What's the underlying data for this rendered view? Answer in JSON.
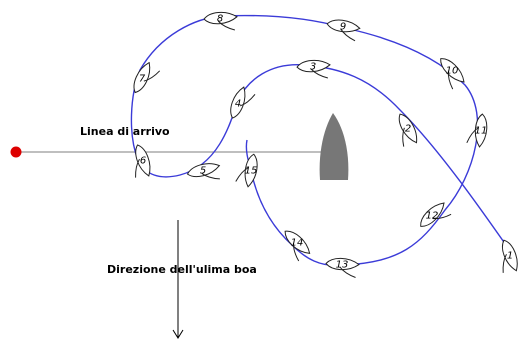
{
  "labels": {
    "finish_line": "Linea di arrivo",
    "last_mark_direction": "Direzione dell'ulima boa"
  },
  "boats": [
    {
      "id": 1,
      "label": "1"
    },
    {
      "id": 2,
      "label": "2"
    },
    {
      "id": 3,
      "label": "3"
    },
    {
      "id": 4,
      "label": "4"
    },
    {
      "id": 5,
      "label": "5"
    },
    {
      "id": 6,
      "label": "6"
    },
    {
      "id": 7,
      "label": "7"
    },
    {
      "id": 8,
      "label": "8"
    },
    {
      "id": 9,
      "label": "9"
    },
    {
      "id": 10,
      "label": "10"
    },
    {
      "id": 11,
      "label": "11"
    },
    {
      "id": 12,
      "label": "12"
    },
    {
      "id": 13,
      "label": "13"
    },
    {
      "id": 14,
      "label": "14"
    },
    {
      "id": 15,
      "label": "15"
    }
  ],
  "colors": {
    "track": "#3b3bd8",
    "finish_line": "#999999",
    "pin_mark": "#dd0000",
    "committee_boat": "#777777"
  }
}
